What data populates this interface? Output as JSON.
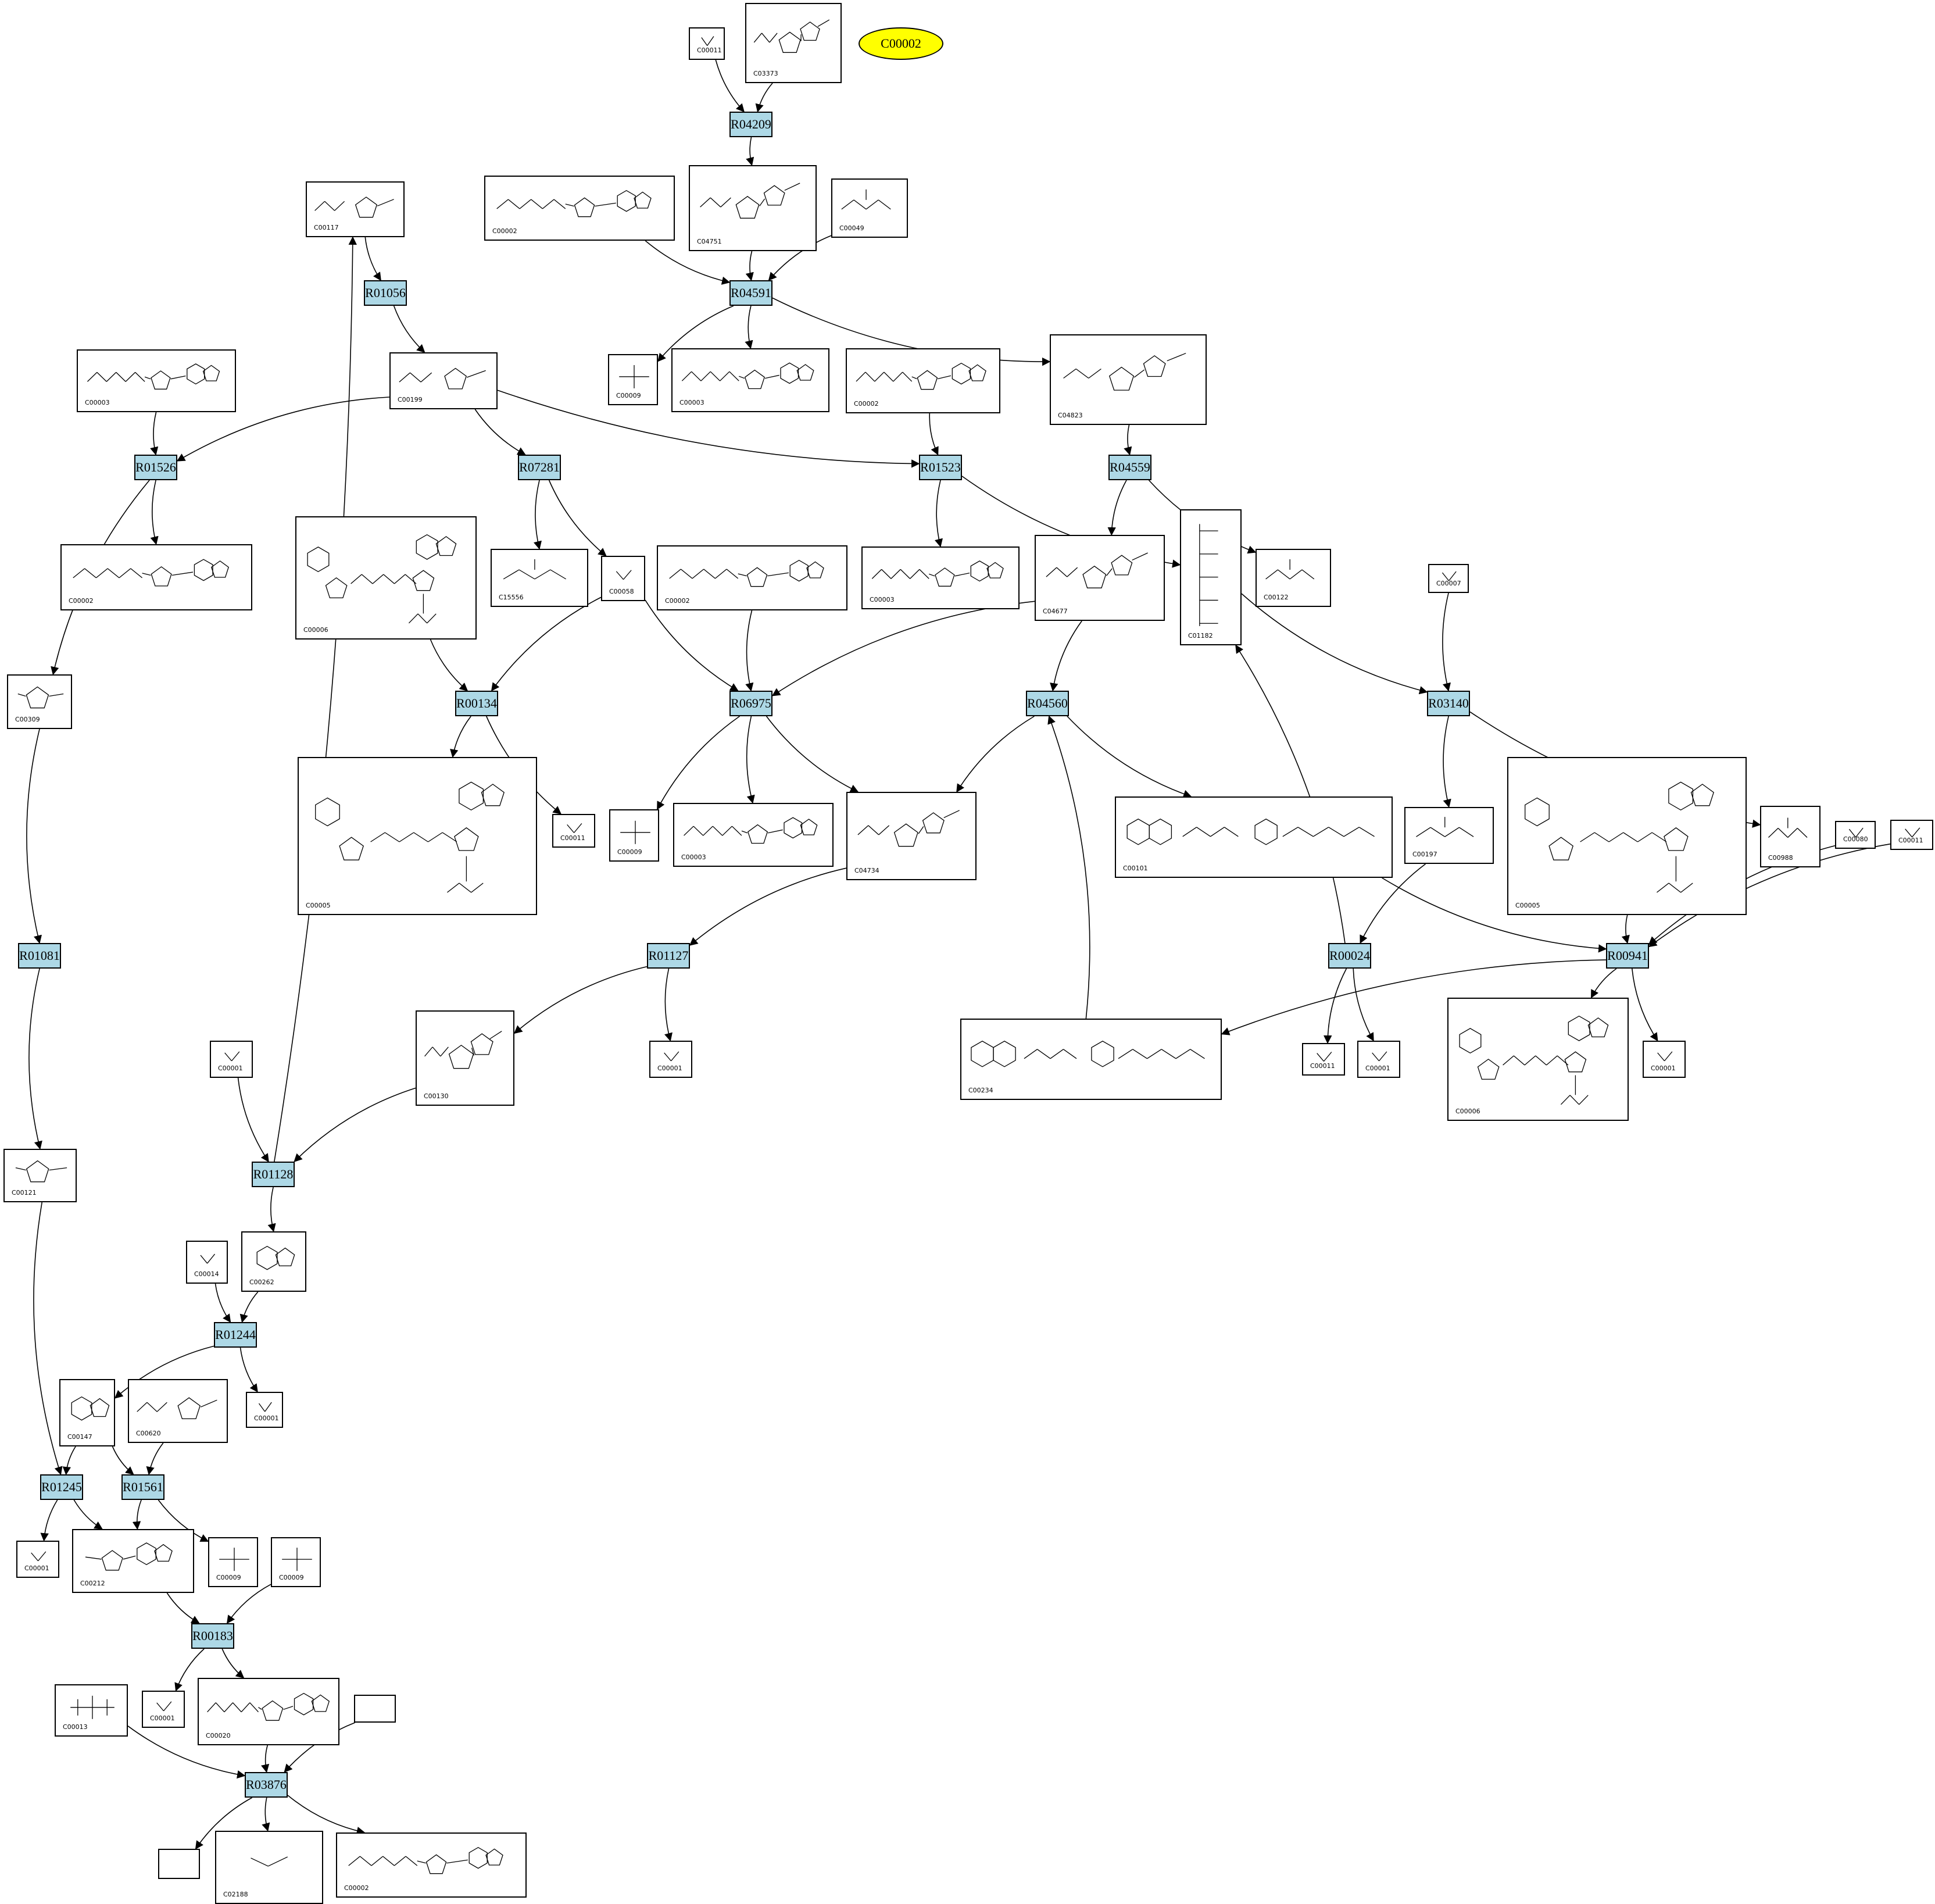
{
  "highlight": {
    "id": "C00002",
    "color": "#ffff00"
  },
  "reactions": [
    {
      "id": "R04209"
    },
    {
      "id": "R01056"
    },
    {
      "id": "R04591"
    },
    {
      "id": "R01526"
    },
    {
      "id": "R07281"
    },
    {
      "id": "R01523"
    },
    {
      "id": "R04559"
    },
    {
      "id": "R00134"
    },
    {
      "id": "R06975"
    },
    {
      "id": "R04560"
    },
    {
      "id": "R03140"
    },
    {
      "id": "R01081"
    },
    {
      "id": "R01127"
    },
    {
      "id": "R00024"
    },
    {
      "id": "R00941"
    },
    {
      "id": "R01128"
    },
    {
      "id": "R01244"
    },
    {
      "id": "R01245"
    },
    {
      "id": "R01561"
    },
    {
      "id": "R00183"
    },
    {
      "id": "R03876"
    }
  ],
  "compounds": [
    {
      "key": "c00011_a",
      "id": "C00011",
      "structure": "co2"
    },
    {
      "key": "c03373",
      "id": "C03373",
      "structure": "ribotide"
    },
    {
      "key": "c00117",
      "id": "C00117",
      "structure": "sugar-phosphate"
    },
    {
      "key": "c00002_a",
      "id": "C00002",
      "structure": "nucleotide"
    },
    {
      "key": "c04751",
      "id": "C04751",
      "structure": "ribotide"
    },
    {
      "key": "c00049",
      "id": "C00049",
      "structure": "small-acid"
    },
    {
      "key": "c00003_a",
      "id": "C00003",
      "structure": "nucleotide"
    },
    {
      "key": "c00199",
      "id": "C00199",
      "structure": "sugar-phosphate"
    },
    {
      "key": "c00009_a",
      "id": "C00009",
      "structure": "phosphate"
    },
    {
      "key": "c00003_b",
      "id": "C00003",
      "structure": "nucleotide"
    },
    {
      "key": "c00002_b",
      "id": "C00002",
      "structure": "nucleotide"
    },
    {
      "key": "c04823",
      "id": "C04823",
      "structure": "ribotide"
    },
    {
      "key": "c00002_c",
      "id": "C00002",
      "structure": "nucleotide"
    },
    {
      "key": "c00006_a",
      "id": "C00006",
      "structure": "dinucleotide"
    },
    {
      "key": "c15556",
      "id": "C15556",
      "structure": "small-acid"
    },
    {
      "key": "c00058",
      "id": "C00058",
      "structure": "small"
    },
    {
      "key": "c00002_d",
      "id": "C00002",
      "structure": "nucleotide"
    },
    {
      "key": "c00003_c",
      "id": "C00003",
      "structure": "nucleotide"
    },
    {
      "key": "c04677",
      "id": "C04677",
      "structure": "ribotide"
    },
    {
      "key": "c01182",
      "id": "C01182",
      "structure": "chain"
    },
    {
      "key": "c00122",
      "id": "C00122",
      "structure": "small-acid"
    },
    {
      "key": "c00007",
      "id": "C00007",
      "structure": "o2"
    },
    {
      "key": "c00309",
      "id": "C00309",
      "structure": "sugar"
    },
    {
      "key": "c00005_a",
      "id": "C00005",
      "structure": "dinucleotide"
    },
    {
      "key": "c00011_b",
      "id": "C00011",
      "structure": "co2"
    },
    {
      "key": "c00009_b",
      "id": "C00009",
      "structure": "phosphate"
    },
    {
      "key": "c00003_d",
      "id": "C00003",
      "structure": "nucleotide"
    },
    {
      "key": "c04734",
      "id": "C04734",
      "structure": "ribotide"
    },
    {
      "key": "c00101",
      "id": "C00101",
      "structure": "folate"
    },
    {
      "key": "c00197",
      "id": "C00197",
      "structure": "small-acid"
    },
    {
      "key": "c00005_b",
      "id": "C00005",
      "structure": "dinucleotide"
    },
    {
      "key": "c00988",
      "id": "C00988",
      "structure": "small-acid"
    },
    {
      "key": "c00080",
      "id": "C00080",
      "structure": "proton"
    },
    {
      "key": "c00011_c",
      "id": "C00011",
      "structure": "co2"
    },
    {
      "key": "c00001_a",
      "id": "C00001",
      "structure": "water"
    },
    {
      "key": "c00130",
      "id": "C00130",
      "structure": "ribotide"
    },
    {
      "key": "c00001_b",
      "id": "C00001",
      "structure": "water"
    },
    {
      "key": "c00234",
      "id": "C00234",
      "structure": "folate"
    },
    {
      "key": "c00011_d",
      "id": "C00011",
      "structure": "co2"
    },
    {
      "key": "c00001_c",
      "id": "C00001",
      "structure": "water"
    },
    {
      "key": "c00006_b",
      "id": "C00006",
      "structure": "dinucleotide"
    },
    {
      "key": "c00001_d",
      "id": "C00001",
      "structure": "water"
    },
    {
      "key": "c00121",
      "id": "C00121",
      "structure": "sugar"
    },
    {
      "key": "c00262",
      "id": "C00262",
      "structure": "base"
    },
    {
      "key": "c00014",
      "id": "C00014",
      "structure": "ammonia"
    },
    {
      "key": "c00001_e",
      "id": "C00001",
      "structure": "water"
    },
    {
      "key": "c00147",
      "id": "C00147",
      "structure": "base"
    },
    {
      "key": "c00620",
      "id": "C00620",
      "structure": "sugar-phosphate"
    },
    {
      "key": "c00001_f",
      "id": "C00001",
      "structure": "water"
    },
    {
      "key": "c00212",
      "id": "C00212",
      "structure": "nucleoside"
    },
    {
      "key": "c00009_c",
      "id": "C00009",
      "structure": "phosphate"
    },
    {
      "key": "c00009_d",
      "id": "C00009",
      "structure": "phosphate"
    },
    {
      "key": "c00013",
      "id": "C00013",
      "structure": "pyrophosphate"
    },
    {
      "key": "c00001_g",
      "id": "C00001",
      "structure": "water"
    },
    {
      "key": "c00020",
      "id": "C00020",
      "structure": "nucleotide"
    },
    {
      "key": "blank_a",
      "id": "",
      "structure": "empty"
    },
    {
      "key": "blank_b",
      "id": "",
      "structure": "empty"
    },
    {
      "key": "c02188",
      "id": "C02188",
      "structure": "small"
    },
    {
      "key": "c00002_e",
      "id": "C00002",
      "structure": "nucleotide"
    }
  ]
}
